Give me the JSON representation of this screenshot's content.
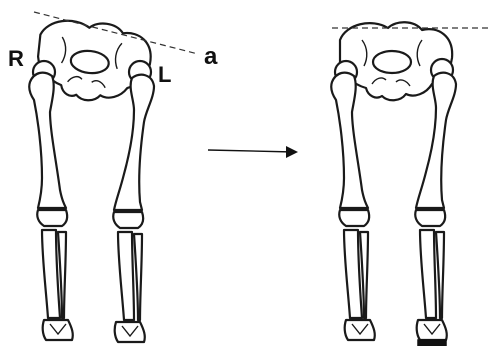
{
  "labels": {
    "right": "R",
    "left": "L",
    "angle": "a"
  },
  "colors": {
    "ink": "#1a1a1a",
    "background": "#ffffff"
  }
}
